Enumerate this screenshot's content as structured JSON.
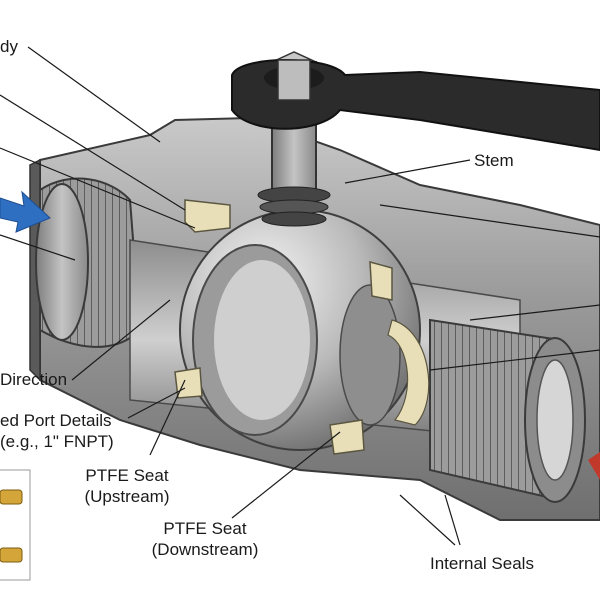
{
  "labels": {
    "body": "dy",
    "stem": "Stem",
    "direction": "Direction",
    "port_line1": "ed Port Details",
    "port_line2": "(e.g., 1\" FNPT)",
    "seat_up_line1": "PTFE Seat",
    "seat_up_line2": "(Upstream)",
    "seat_down_line1": "PTFE Seat",
    "seat_down_line2": "(Downstream)",
    "internal_seals": "Internal Seals"
  },
  "colors": {
    "background": "#ffffff",
    "metal": "#a9a9a9",
    "handle": "#2b2b2b",
    "seat": "#e8dfb8",
    "flow_arrow": "#2f6fc2",
    "accent_red": "#c0392b",
    "swatch": "#d4a63a"
  },
  "icons": {
    "flow_arrow": "right-arrow-icon",
    "legend_swatch": "gold-bar-icon"
  }
}
